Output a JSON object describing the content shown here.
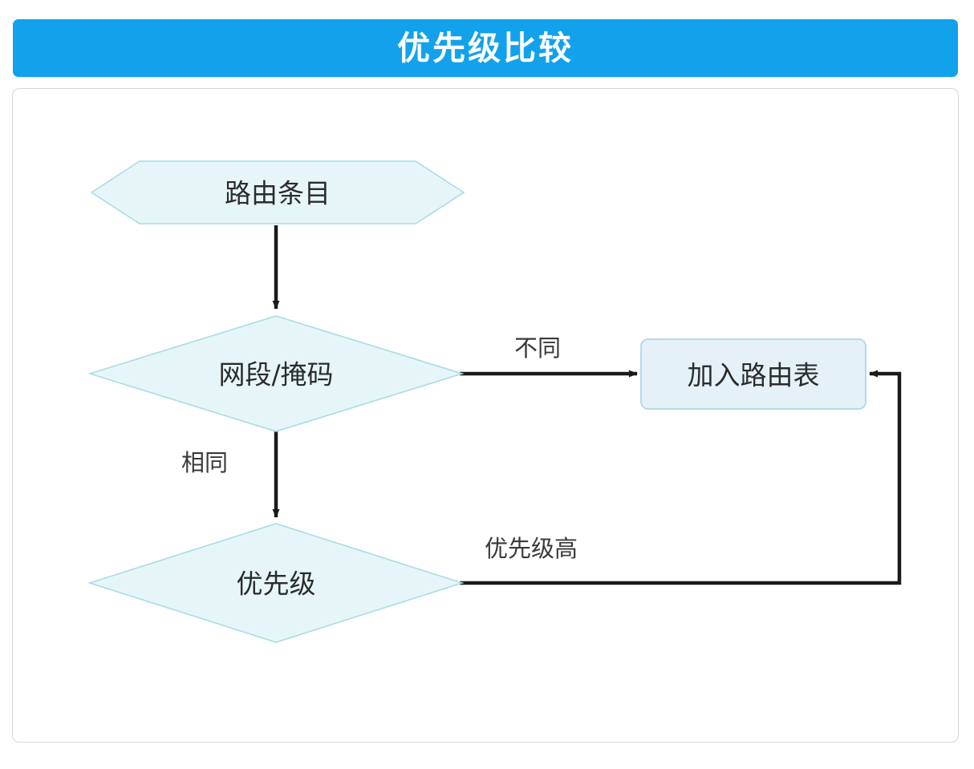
{
  "header": {
    "title": "优先级比较",
    "background_color": "#12a2ec",
    "text_color": "#ffffff"
  },
  "diagram": {
    "border_color": "#d6d6d6",
    "node_fill": "#e6f6f8",
    "node_stroke": "#a9dbe6",
    "box_fill": "#e4f2f8",
    "box_stroke": "#b6d9ea",
    "line_color": "#1a1a1a",
    "nodes": [
      {
        "id": "route-entry",
        "shape": "hexagon",
        "label": "路由条目"
      },
      {
        "id": "network-mask",
        "shape": "diamond",
        "label": "网段/掩码"
      },
      {
        "id": "priority",
        "shape": "diamond",
        "label": "优先级"
      },
      {
        "id": "add-to-table",
        "shape": "rounded-rect",
        "label": "加入路由表"
      }
    ],
    "edges": [
      {
        "id": "entry-to-mask",
        "from": "route-entry",
        "to": "network-mask",
        "label": ""
      },
      {
        "id": "mask-different",
        "from": "network-mask",
        "to": "add-to-table",
        "label": "不同"
      },
      {
        "id": "mask-same",
        "from": "network-mask",
        "to": "priority",
        "label": "相同"
      },
      {
        "id": "priority-high",
        "from": "priority",
        "to": "add-to-table",
        "label": "优先级高"
      }
    ]
  }
}
